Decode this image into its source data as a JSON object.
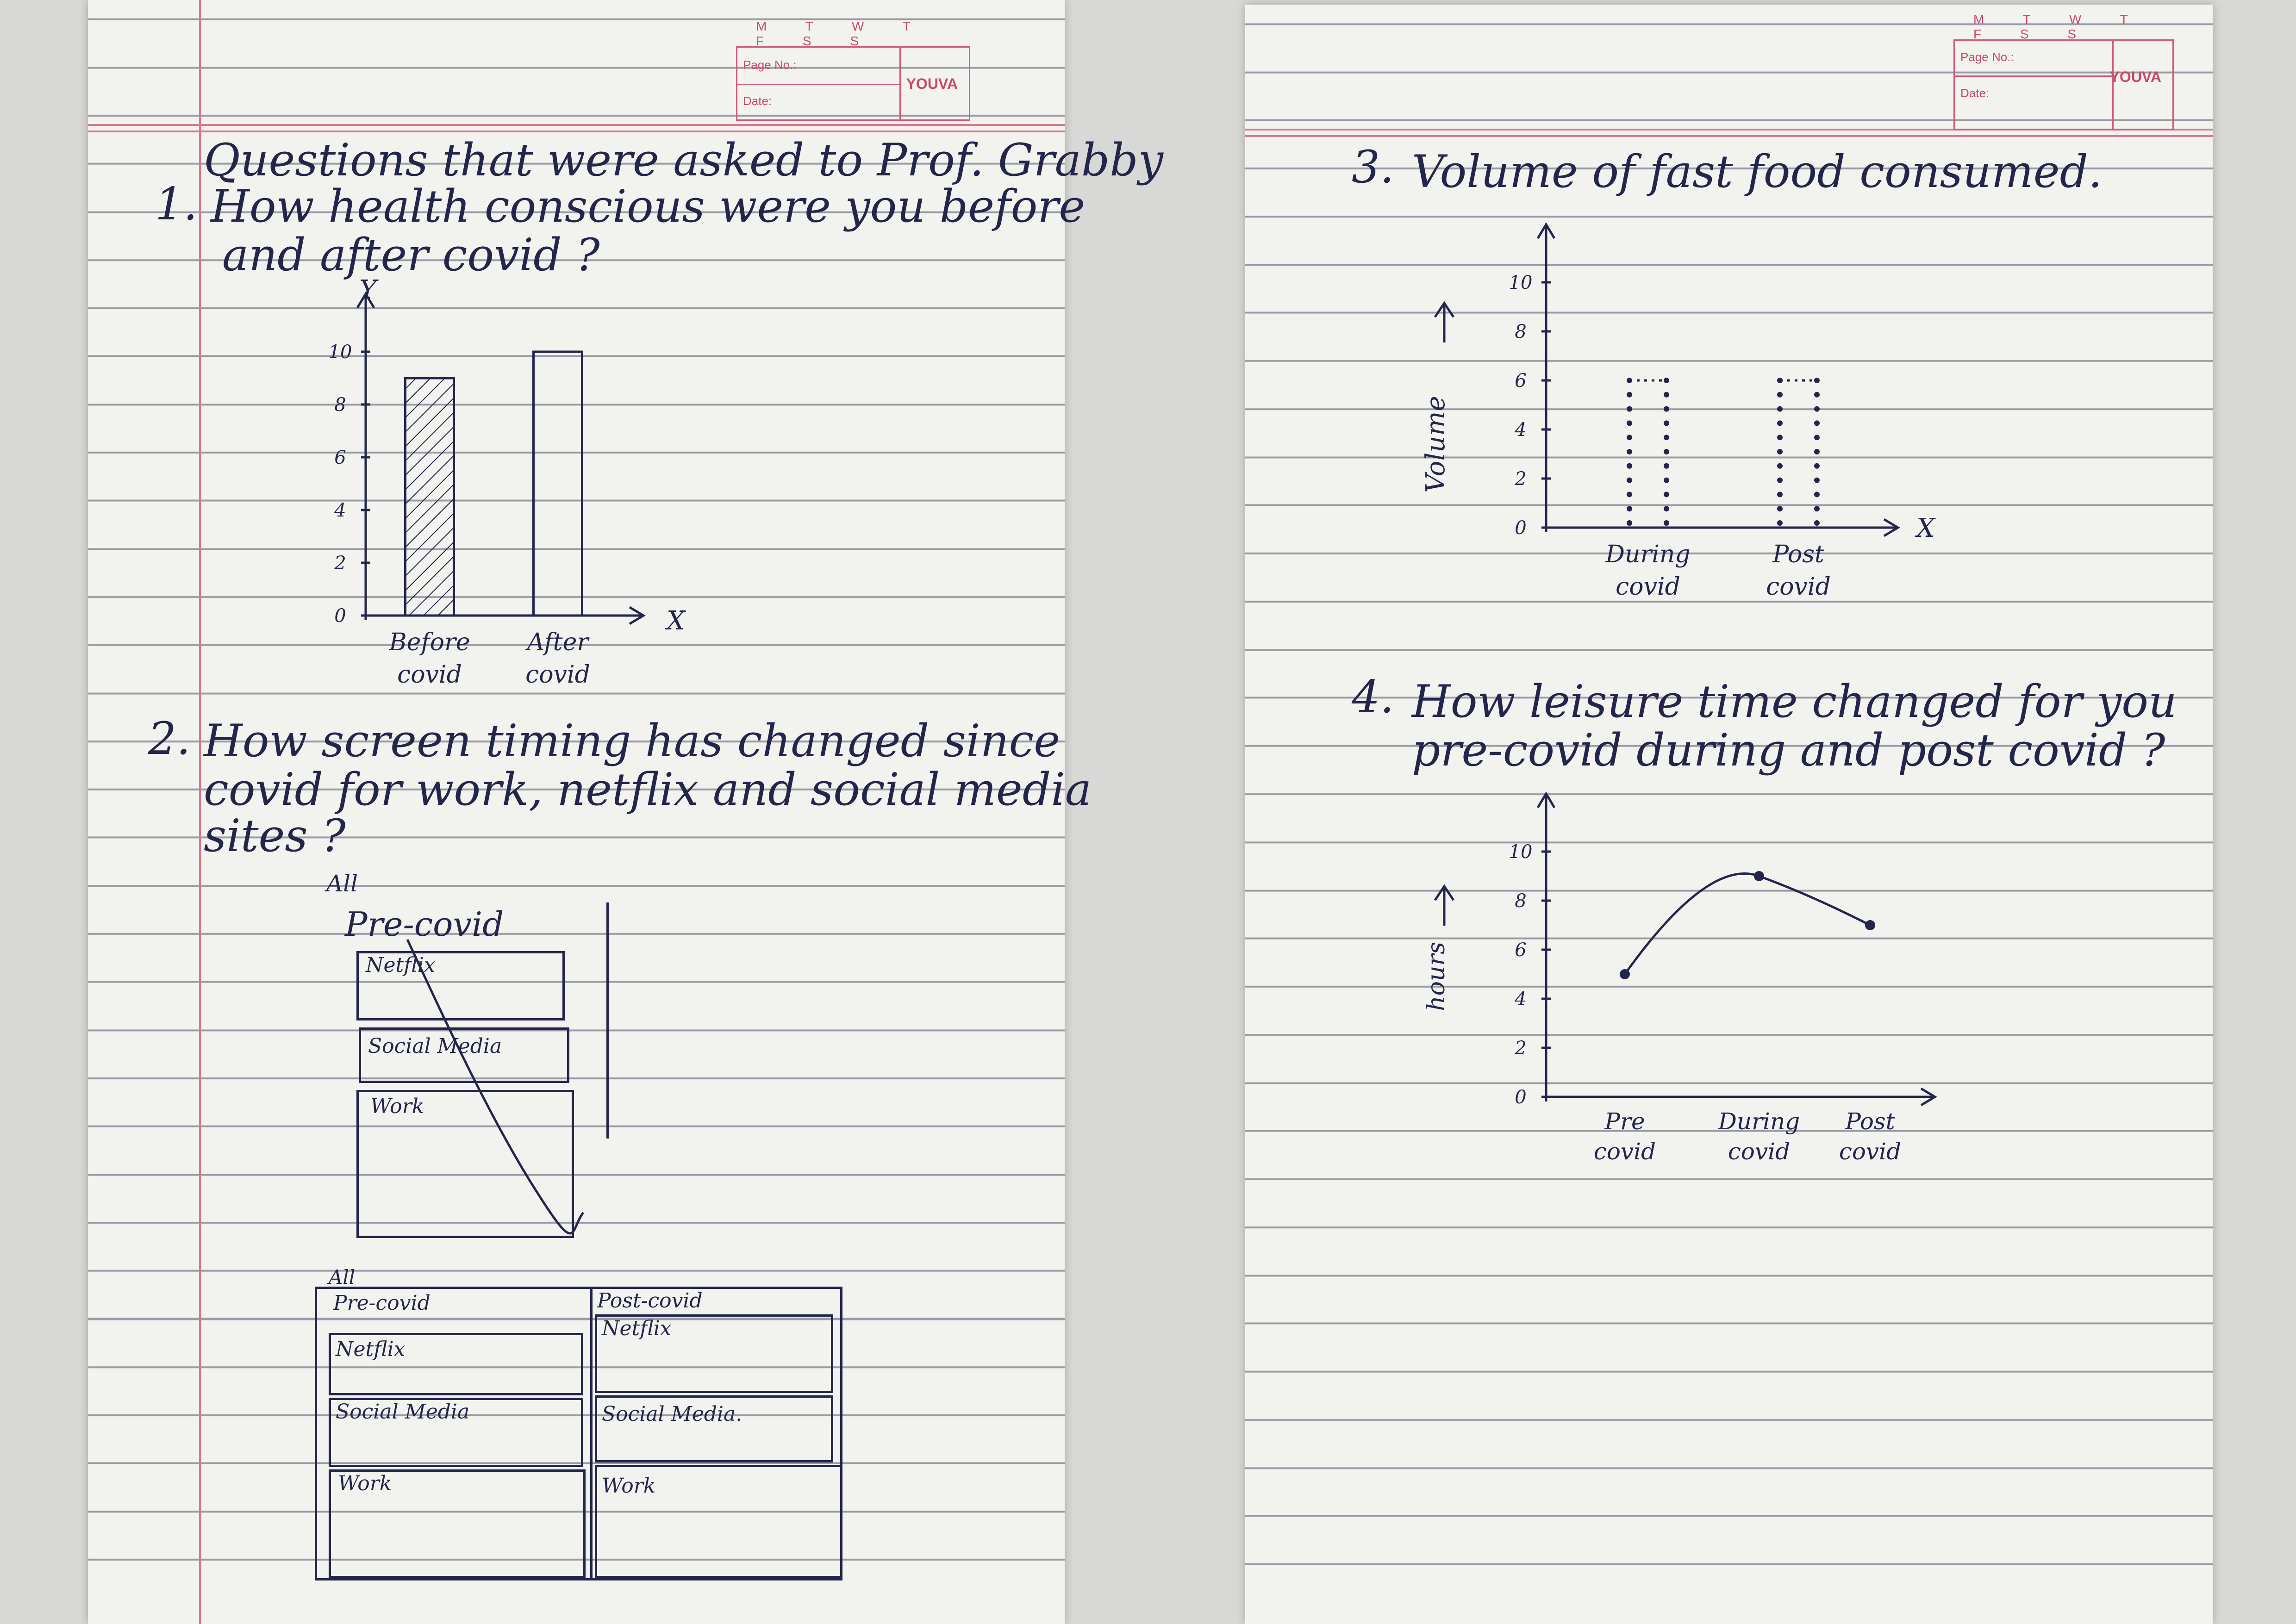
{
  "notebook": {
    "brand": "YOUVA",
    "days": "M T W T F S S",
    "page_no_label": "Page No.:",
    "date_label": "Date:"
  },
  "left_page": {
    "heading": "Questions that were asked to Prof. Grabby",
    "q1": {
      "number": "1.",
      "line1": "How health conscious were you before",
      "line2": "and after covid ?"
    },
    "q2": {
      "number": "2.",
      "line1": "How screen timing has changed since",
      "line2": "covid for work, netflix and social media",
      "line3": "sites ?"
    },
    "wireframe1": {
      "all_label": "All",
      "group_label": "Pre-covid",
      "items": [
        "Netflix",
        "Social Media",
        "Work"
      ]
    },
    "wireframe2": {
      "all_label": "All",
      "columns": [
        {
          "label": "Pre-covid",
          "items": [
            "Netflix",
            "Social Media",
            "Work"
          ]
        },
        {
          "label": "Post-covid",
          "items": [
            "Netflix",
            "Social Media.",
            "Work"
          ]
        }
      ]
    }
  },
  "right_page": {
    "q3": {
      "number": "3.",
      "line1": "Volume of fast food consumed."
    },
    "q4": {
      "number": "4.",
      "line1": "How leisure time changed for you",
      "line2": "pre-covid during and post covid ?"
    }
  },
  "chart_data": [
    {
      "type": "bar",
      "categories": [
        "Before covid",
        "After covid"
      ],
      "values": [
        9,
        10
      ],
      "patterns": [
        "hatched",
        "plain"
      ],
      "ylim": [
        0,
        10
      ],
      "yticks": [
        0,
        2,
        4,
        6,
        8,
        10
      ],
      "xlabel": "X",
      "ylabel": "Y"
    },
    {
      "type": "bar",
      "categories": [
        "During covid",
        "Post covid"
      ],
      "values": [
        6,
        6
      ],
      "patterns": [
        "dotted",
        "dotted"
      ],
      "ylim": [
        0,
        10
      ],
      "yticks": [
        0,
        2,
        4,
        6,
        8,
        10
      ],
      "xlabel": "X",
      "ylabel": "Volume"
    },
    {
      "type": "line",
      "categories": [
        "Pre covid",
        "During covid",
        "Post covid"
      ],
      "values": [
        5,
        9,
        7
      ],
      "ylim": [
        0,
        10
      ],
      "yticks": [
        0,
        2,
        4,
        6,
        8,
        10
      ],
      "xlabel": "",
      "ylabel": "hours"
    }
  ]
}
